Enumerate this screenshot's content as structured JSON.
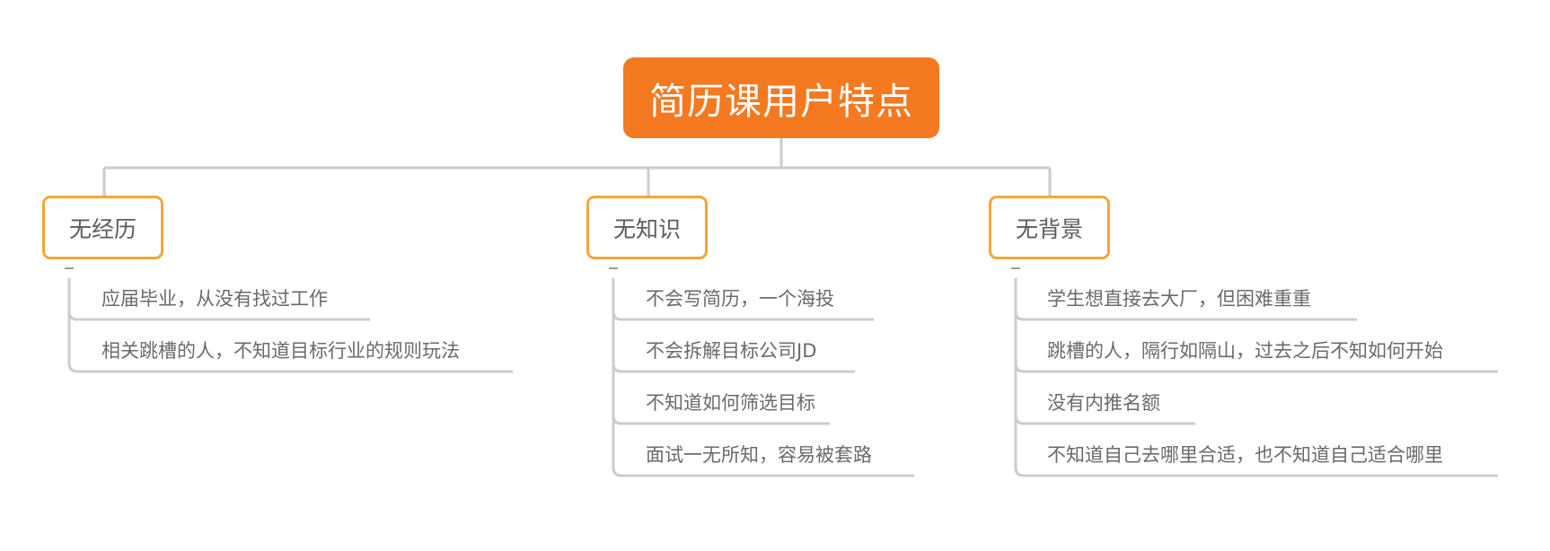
{
  "root": {
    "label": "简历课用户特点"
  },
  "branches": [
    {
      "label": "无经历",
      "items": [
        "应届毕业，从没有找过工作",
        "相关跳槽的人，不知道目标行业的规则玩法"
      ]
    },
    {
      "label": "无知识",
      "items": [
        "不会写简历，一个海投",
        "不会拆解目标公司JD",
        "不知道如何筛选目标",
        "面试一无所知，容易被套路"
      ]
    },
    {
      "label": "无背景",
      "items": [
        "学生想直接去大厂，但困难重重",
        "跳槽的人，隔行如隔山，过去之后不知如何开始",
        "没有内推名额",
        "不知道自己去哪里合适，也不知道自己适合哪里"
      ]
    }
  ],
  "colors": {
    "root_fill": "#f47920",
    "branch_border": "#f5a638",
    "connector": "#cccccc",
    "text": "#6a6a6a"
  }
}
